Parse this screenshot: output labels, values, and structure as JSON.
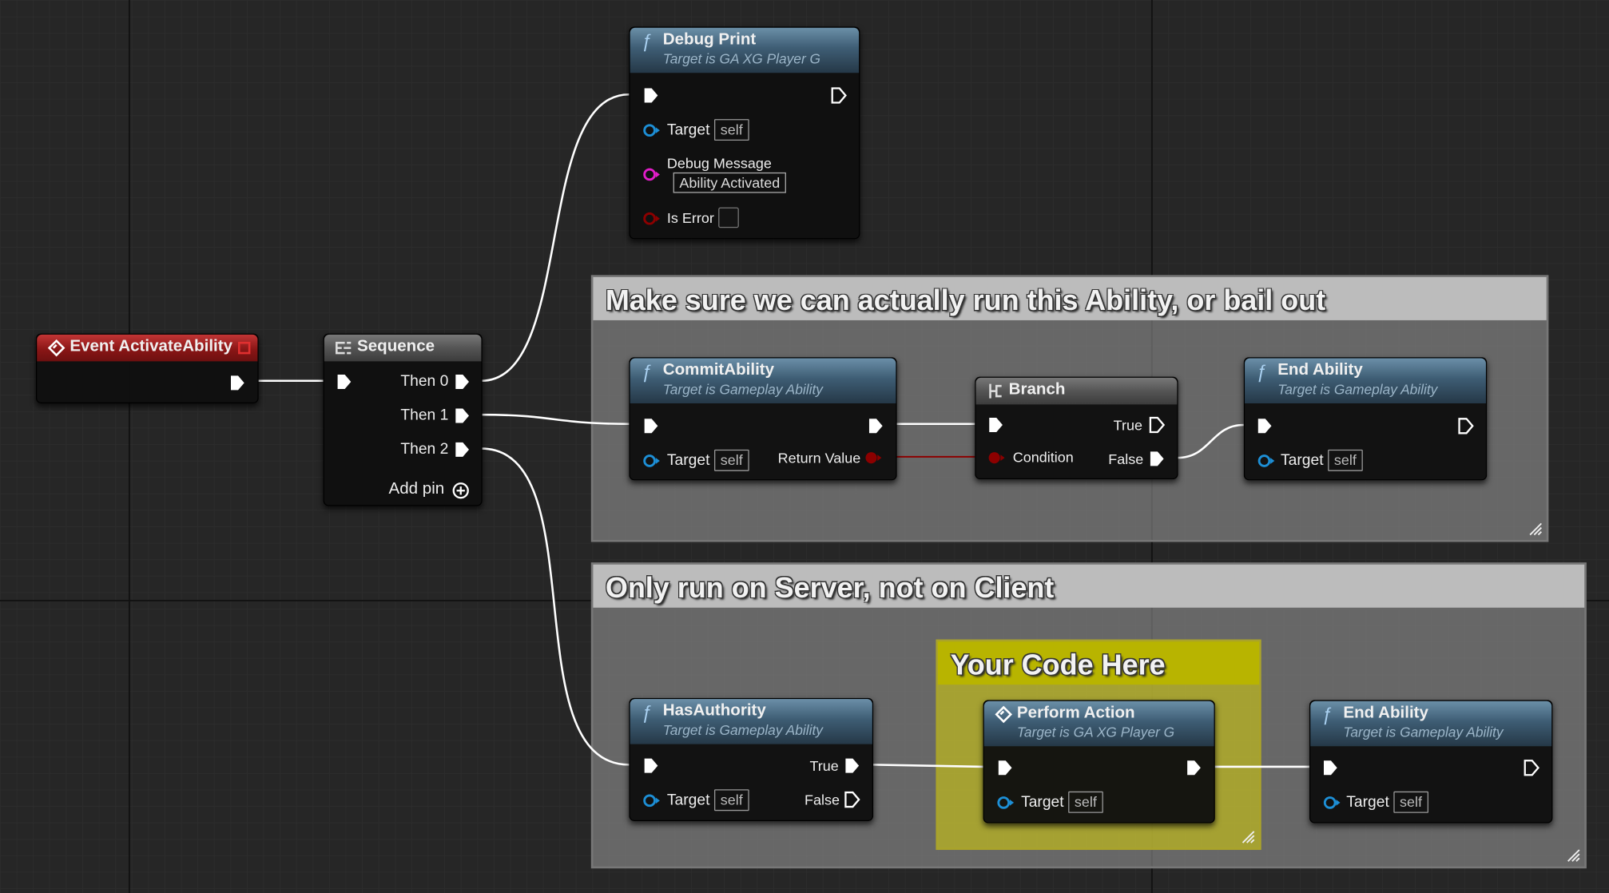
{
  "nodes": {
    "event": {
      "title": "Event ActivateAbility"
    },
    "sequence": {
      "title": "Sequence",
      "then0": "Then 0",
      "then1": "Then 1",
      "then2": "Then 2",
      "add_pin": "Add pin"
    },
    "debug_print": {
      "title": "Debug Print",
      "subtitle": "Target is GA XG Player G",
      "target_label": "Target",
      "target_value": "self",
      "message_label": "Debug Message",
      "message_value": "Ability Activated",
      "is_error_label": "Is Error"
    },
    "commit_ability": {
      "title": "CommitAbility",
      "subtitle": "Target is Gameplay Ability",
      "target_label": "Target",
      "target_value": "self",
      "return_label": "Return Value"
    },
    "branch": {
      "title": "Branch",
      "condition_label": "Condition",
      "true_label": "True",
      "false_label": "False"
    },
    "end_ability_1": {
      "title": "End Ability",
      "subtitle": "Target is Gameplay Ability",
      "target_label": "Target",
      "target_value": "self"
    },
    "has_authority": {
      "title": "HasAuthority",
      "subtitle": "Target is Gameplay Ability",
      "target_label": "Target",
      "target_value": "self",
      "true_label": "True",
      "false_label": "False"
    },
    "perform_action": {
      "title": "Perform Action",
      "subtitle": "Target is GA XG Player G",
      "target_label": "Target",
      "target_value": "self"
    },
    "end_ability_2": {
      "title": "End Ability",
      "subtitle": "Target is Gameplay Ability",
      "target_label": "Target",
      "target_value": "self"
    }
  },
  "comments": {
    "commit": "Make sure we can actually run this Ability, or bail out",
    "server": "Only run on Server, not on Client",
    "code": "Your Code Here"
  },
  "colors": {
    "object_pin": "#1d8fd6",
    "string_pin": "#e21dc9",
    "bool_pin": "#8c0000",
    "exec_pin": "#ffffff",
    "wire_exec": "#ffffff",
    "wire_bool": "#8c0000",
    "comment_grey": "#bcbcbc",
    "comment_yellow": "#b8b400"
  }
}
